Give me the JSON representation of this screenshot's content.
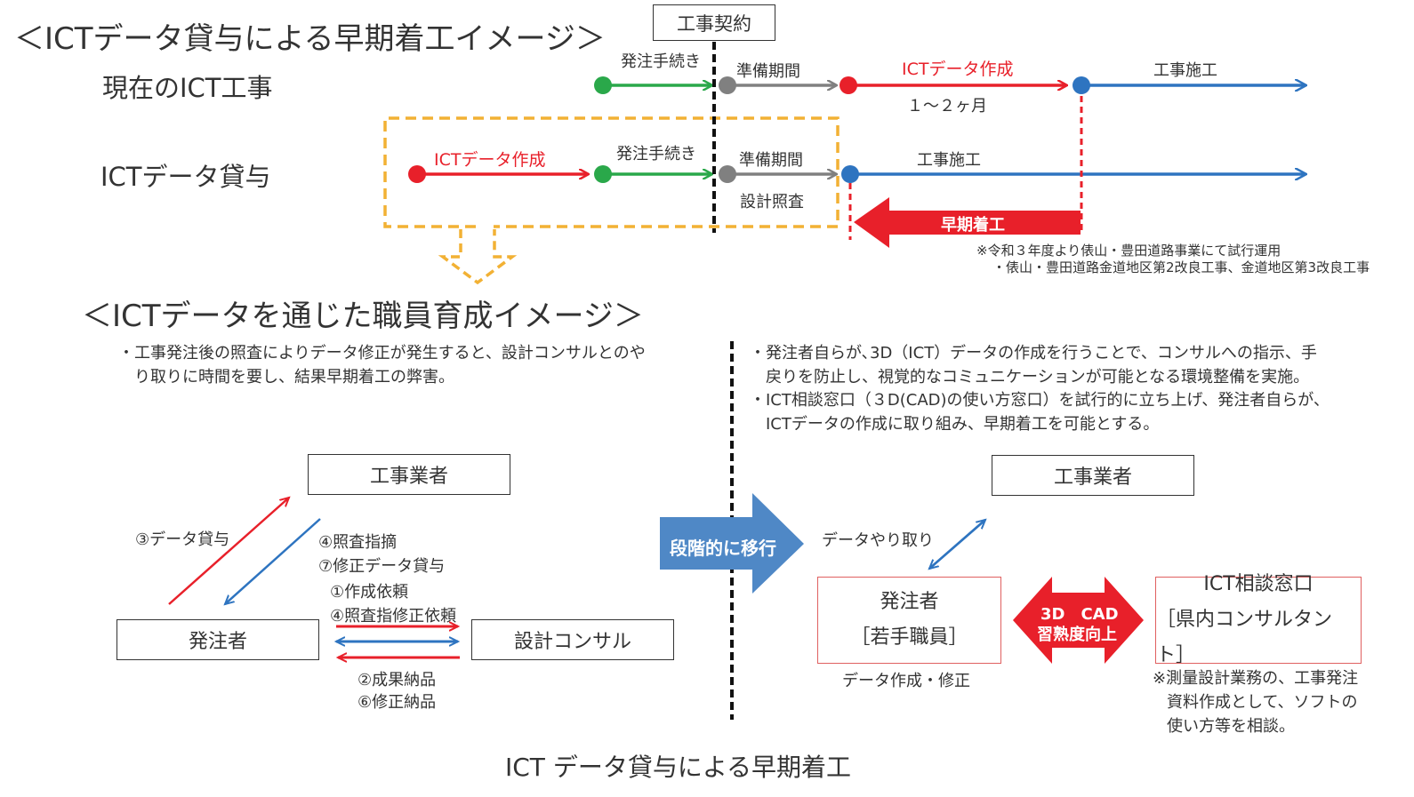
{
  "colors": {
    "green": "#2aa84a",
    "gray": "#808080",
    "red": "#e8202a",
    "blue": "#2e74c0",
    "orange": "#f2b134",
    "steelblue": "#4f88c6"
  },
  "top": {
    "title": "＜ICTデータ貸与による早期着工イメージ＞",
    "contract": "工事契約",
    "row1": {
      "label": "現在のICT工事",
      "procedure": "発注手続き",
      "prep": "準備期間",
      "data": "ICTデータ作成",
      "duration": "１～２ヶ月",
      "construction": "工事施工"
    },
    "row2": {
      "label": "ICTデータ貸与",
      "data": "ICTデータ作成",
      "procedure": "発注手続き",
      "prep": "準備期間",
      "design_check": "設計照査",
      "construction": "工事施工",
      "early": "早期着工"
    },
    "footnote1": "※令和３年度より俵山・豊田道路事業にて試行運用",
    "footnote2": "・俵山・豊田道路金道地区第2改良工事、金道地区第3改良工事"
  },
  "bottom": {
    "title": "＜ICTデータを通じた職員育成イメージ＞",
    "left": {
      "note1": "・工事発注後の照査によりデータ修正が発生すると、設計コンサルとのや",
      "note2": "　り取りに時間を要し、結果早期着工の弊害。",
      "contractor": "工事業者",
      "client": "発注者",
      "consultant": "設計コンサル",
      "lend": "③データ貸与",
      "check": "④照査指摘",
      "fix_lend": "⑦修正データ貸与",
      "req1": "①作成依頼",
      "req2": "④照査指修正依頼",
      "deliver1": "②成果納品",
      "deliver2": "⑥修正納品"
    },
    "transition": "段階的に移行",
    "right": {
      "note1": "・発注者自らが､3D（ICT）データの作成を行うことで、コンサルへの指示、手",
      "note2": "　戻りを防止し、視覚的なコミュニケーションが可能となる環境整備を実施。",
      "note3": "・ICT相談窓口（３D(CAD)の使い方窓口）を試行的に立ち上げ、発注者自らが、",
      "note4": "　ICTデータの作成に取り組み、早期着工を可能とする。",
      "contractor": "工事業者",
      "exchange": "データやり取り",
      "client": "発注者",
      "client_sub": "［若手職員］",
      "client_task": "データ作成・修正",
      "cad_line1": "3D　CAD",
      "cad_line2": "習熟度向上",
      "desk": "ICT相談窓口",
      "desk_sub": "［県内コンサルタント］",
      "desk_note1": "※測量設計業務の、工事発注",
      "desk_note2": "資料作成として、ソフトの",
      "desk_note3": "使い方等を相談。"
    }
  },
  "caption": "ICT データ貸与による早期着工"
}
